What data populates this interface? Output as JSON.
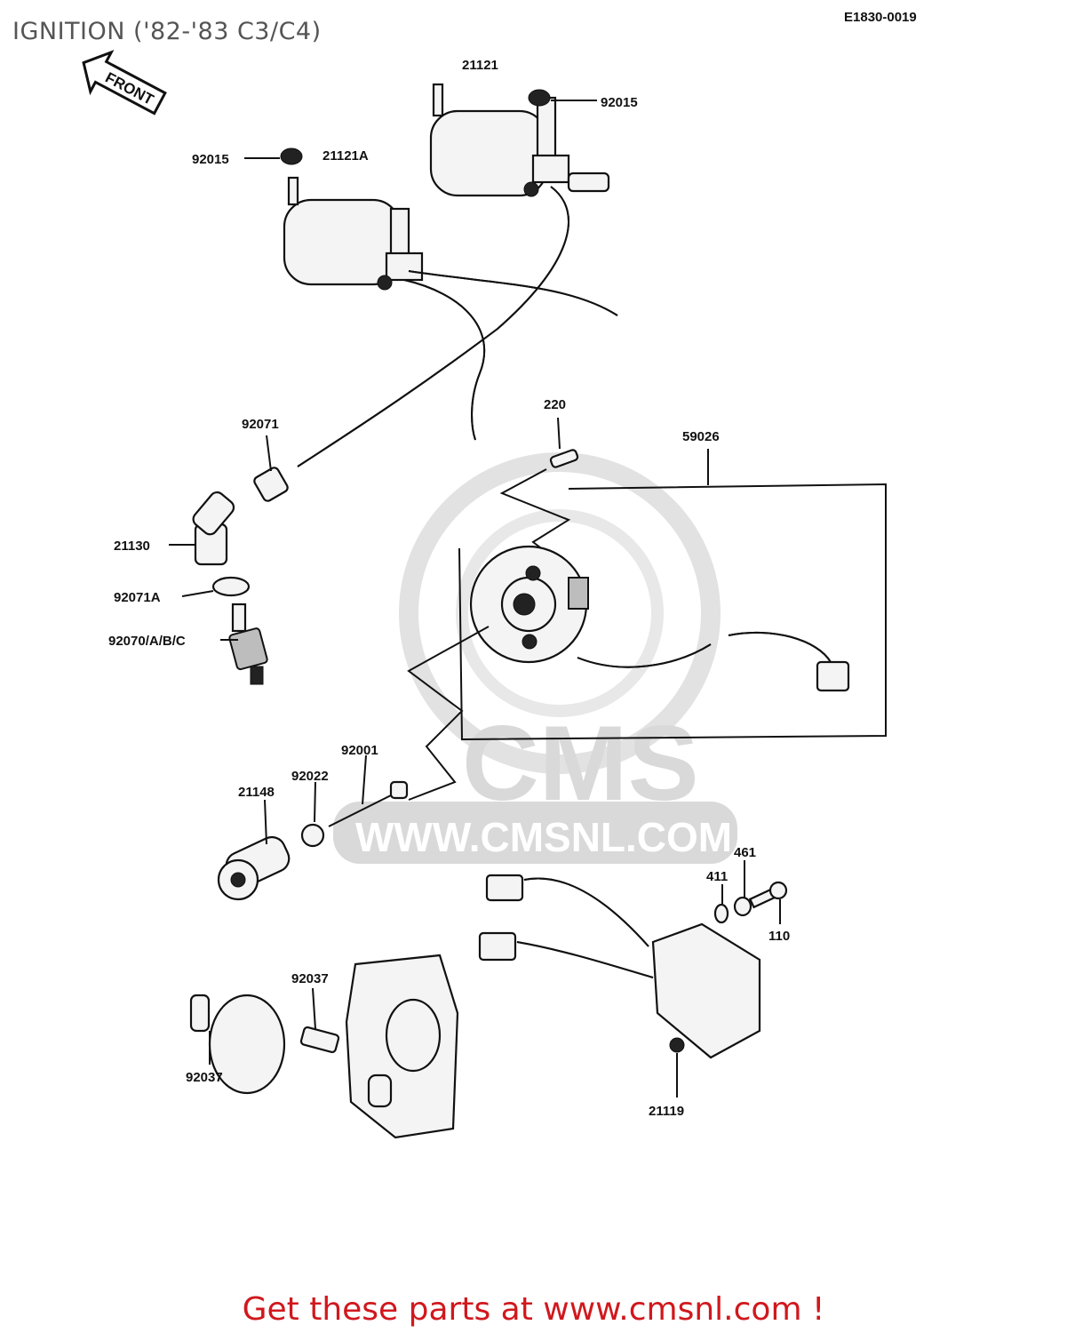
{
  "title": "IGNITION ('82-'83 C3/C4)",
  "reference_code": "E1830-0019",
  "front_arrow_label": "FRONT",
  "watermark": {
    "brand": "CMS",
    "url": "WWW.CMSNL.COM"
  },
  "footer": "Get these parts at www.cmsnl.com !",
  "part_labels": {
    "p21121": "21121",
    "p92015_right": "92015",
    "p92015_left": "92015",
    "p21121A": "21121A",
    "p92071": "92071",
    "p220": "220",
    "p59026": "59026",
    "p21130": "21130",
    "p92071A": "92071A",
    "p92070": "92070/A/B/C",
    "p92001": "92001",
    "p92022": "92022",
    "p21148": "21148",
    "p461": "461",
    "p411": "411",
    "p110": "110",
    "p92037_top": "92037",
    "p92037_left": "92037",
    "p21119": "21119"
  }
}
